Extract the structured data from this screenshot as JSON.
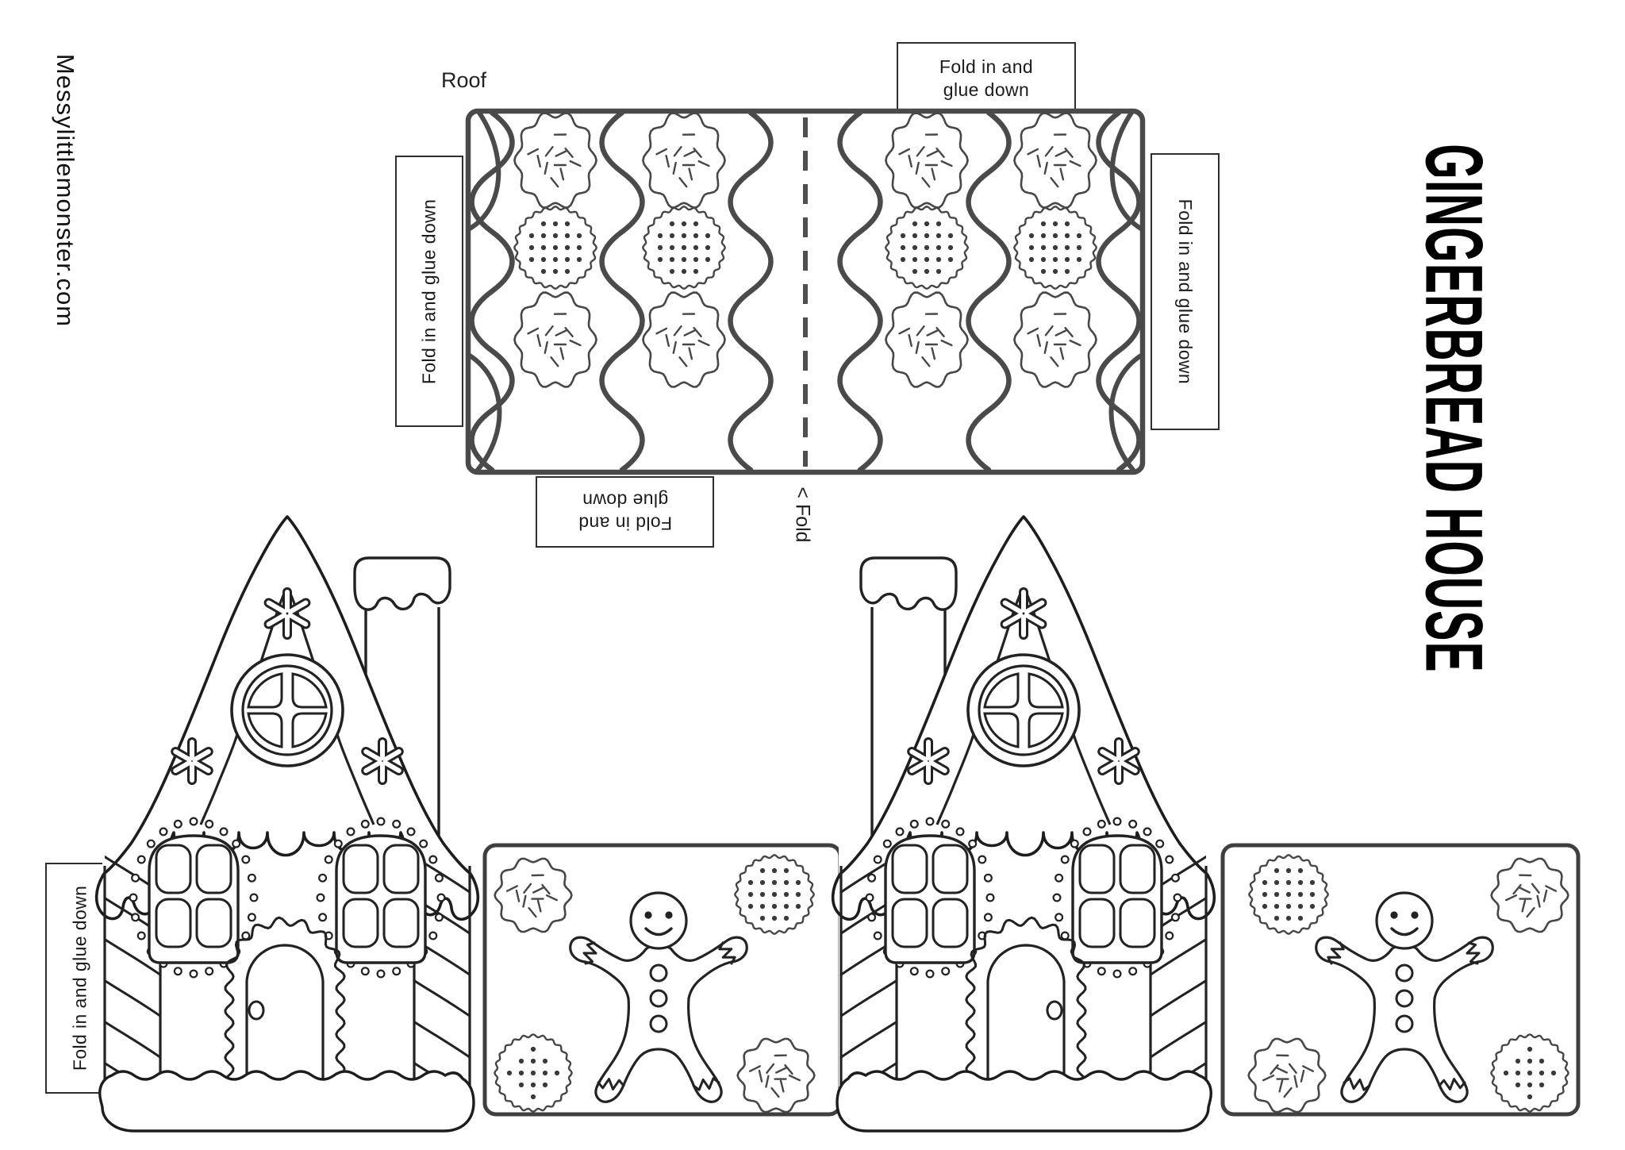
{
  "page": {
    "watermark": "Messylittlemonster.com",
    "title": "GINGERBREAD HOUSE",
    "background": "#ffffff",
    "ink_color": "#222222",
    "roof_line_color": "#4a4a4a"
  },
  "roof": {
    "label": "Roof",
    "fold_label": "< Fold",
    "flaps": {
      "top": "Fold in and glue down",
      "left": "Fold in and glue down",
      "right": "Fold in and glue down",
      "bottom": "Fold in and glue down"
    }
  },
  "house": {
    "side_flap": "Fold in and glue down"
  }
}
